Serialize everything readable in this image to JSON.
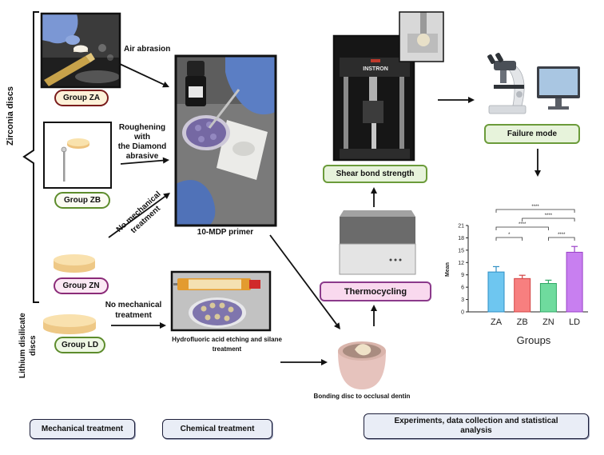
{
  "labels": {
    "zirconia_discs": "Zirconia discs",
    "lithium_disilicate": [
      "Lithium disilicate",
      "discs"
    ],
    "air_abrasion": "Air abrasion",
    "roughening": [
      "Roughening",
      "with",
      "the Diamond",
      "abrasive"
    ],
    "no_mechanical_zn": [
      "No mechanical",
      "treatment"
    ],
    "no_mechanical_ld": [
      "No mechanical",
      "treatment"
    ],
    "primer": "10-MDP primer",
    "hf": [
      "Hydrofluoric acid etching and silane",
      "treatment"
    ],
    "bonding": "Bonding disc to occlusal dentin"
  },
  "groups": {
    "za": "Group ZA",
    "zb": "Group ZB",
    "zn": "Group ZN",
    "ld": "Group LD"
  },
  "steps": {
    "thermocycling": "Thermocycling",
    "shear_bond": "Shear bond strength",
    "failure_mode": "Failure mode"
  },
  "instron_logo": "INSTRON",
  "footer": {
    "mechanical": "Mechanical treatment",
    "chemical": "Chemical treatment",
    "experiments": [
      "Experiments, data collection and statistical",
      "analysis"
    ]
  },
  "colors": {
    "za_fill": "#fdf1d8",
    "za_border": "#7a1c1c",
    "zb_fill": "#fbfbf2",
    "zb_border": "#5d8c2c",
    "zn_fill": "#fbe9f4",
    "zn_border": "#8b2b78",
    "ld_fill": "#eef7e4",
    "ld_border": "#5d8c2c",
    "thermo_fill": "#f9d9ee",
    "thermo_border": "#8b3a8b",
    "step_fill": "#e7f3db",
    "step_border": "#6b9b3a"
  },
  "illustrations": [
    "air-abrasion-photo",
    "diamond-abrasive-illustration",
    "zirconia-disc",
    "lithium-disc",
    "primer-photo",
    "hf-etching-photo",
    "bonded-specimen",
    "thermocycler",
    "instron-photo",
    "microscope-computer"
  ],
  "chart_data": {
    "type": "bar",
    "categories": [
      "ZA",
      "ZB",
      "ZN",
      "LD"
    ],
    "values": [
      9.7,
      8.1,
      6.9,
      14.5
    ],
    "errors": [
      1.3,
      0.8,
      0.8,
      1.4
    ],
    "xlabel": "Groups",
    "ylabel": "Mean",
    "ylim": [
      0,
      21
    ],
    "yticks": [
      0,
      3,
      6,
      9,
      12,
      15,
      18,
      21
    ],
    "grid": false,
    "colors": [
      "#6ec6f0",
      "#f77f7f",
      "#6fdb9e",
      "#c87ff0"
    ],
    "edge_colors": [
      "#2f8fc4",
      "#d34545",
      "#2fa865",
      "#9a42c8"
    ],
    "significance": [
      {
        "pair": [
          "ZA",
          "LD"
        ],
        "label": "****"
      },
      {
        "pair": [
          "ZB",
          "LD"
        ],
        "label": "****"
      },
      {
        "pair": [
          "ZA",
          "ZN"
        ],
        "label": "****"
      },
      {
        "pair": [
          "ZA",
          "ZB"
        ],
        "label": "*"
      },
      {
        "pair": [
          "ZN",
          "LD"
        ],
        "label": "****"
      }
    ]
  }
}
